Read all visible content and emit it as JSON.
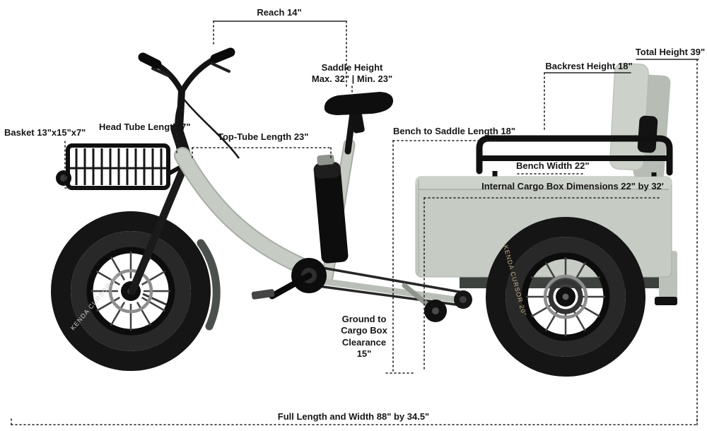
{
  "labels": {
    "reach": "Reach 14\"",
    "total_height": "Total Height 39\"",
    "backrest_height": "Backrest Height 18\"",
    "saddle_height": "Saddle Height\nMax. 32\" | Min. 23\"",
    "bench_to_saddle": "Bench to Saddle Length 18\"",
    "bench_width": "Bench Width 22\"",
    "cargo_box": "Internal  Cargo Box Dimensions 22\" by 32'",
    "head_tube": "Head Tube Length 7\"",
    "top_tube": "Top-Tube Length 23\"",
    "basket": "Basket 13\"x15\"x7\"",
    "ground_clearance": "Ground to\nCargo Box\nClearance\n15\"",
    "full_length": "Full Length and Width 88\" by 34.5\""
  },
  "tire_brand": "KENDA CURSOR 20\"",
  "colors": {
    "frame_gray": "#c6cbc4",
    "annotation": "#1c1c1c",
    "black_parts": "#141414"
  }
}
